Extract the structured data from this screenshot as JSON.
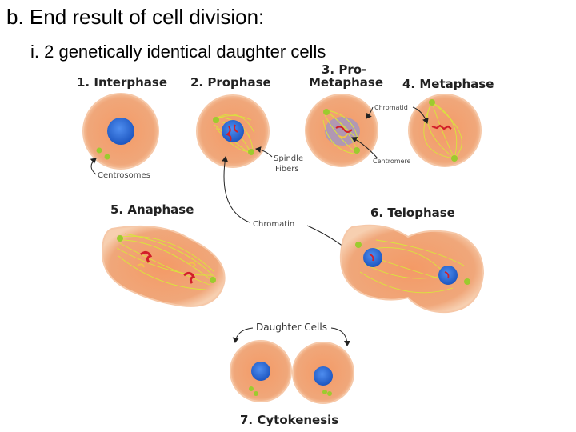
{
  "slide": {
    "title": "b.  End result of cell division:",
    "subtitle": "i.  2 genetically identical daughter cells"
  },
  "diagram": {
    "stages": {
      "interphase": "1. Interphase",
      "prophase": "2. Prophase",
      "prometaphase_line1": "3. Pro-",
      "prometaphase_line2": "Metaphase",
      "metaphase": "4. Metaphase",
      "anaphase": "5. Anaphase",
      "telophase": "6. Telophase",
      "cytokinesis": "7. Cytokenesis"
    },
    "labels": {
      "centrosomes": "Centrosomes",
      "spindle_line1": "Spindle",
      "spindle_line2": "Fibers",
      "chromatin": "Chromatin",
      "chromatid": "Chromatid",
      "centromere": "Centromere",
      "daughter_cells": "Daughter Cells"
    },
    "colors": {
      "cytoplasm": "#F0A77A",
      "cell_edge": "#F5C3A0",
      "nucleus": "#2E6FD9",
      "spindle": "#D8E63A",
      "centrosome": "#9CCB2E",
      "chromosome": "#D21F2A",
      "chromatid": "#F2C24A"
    }
  }
}
